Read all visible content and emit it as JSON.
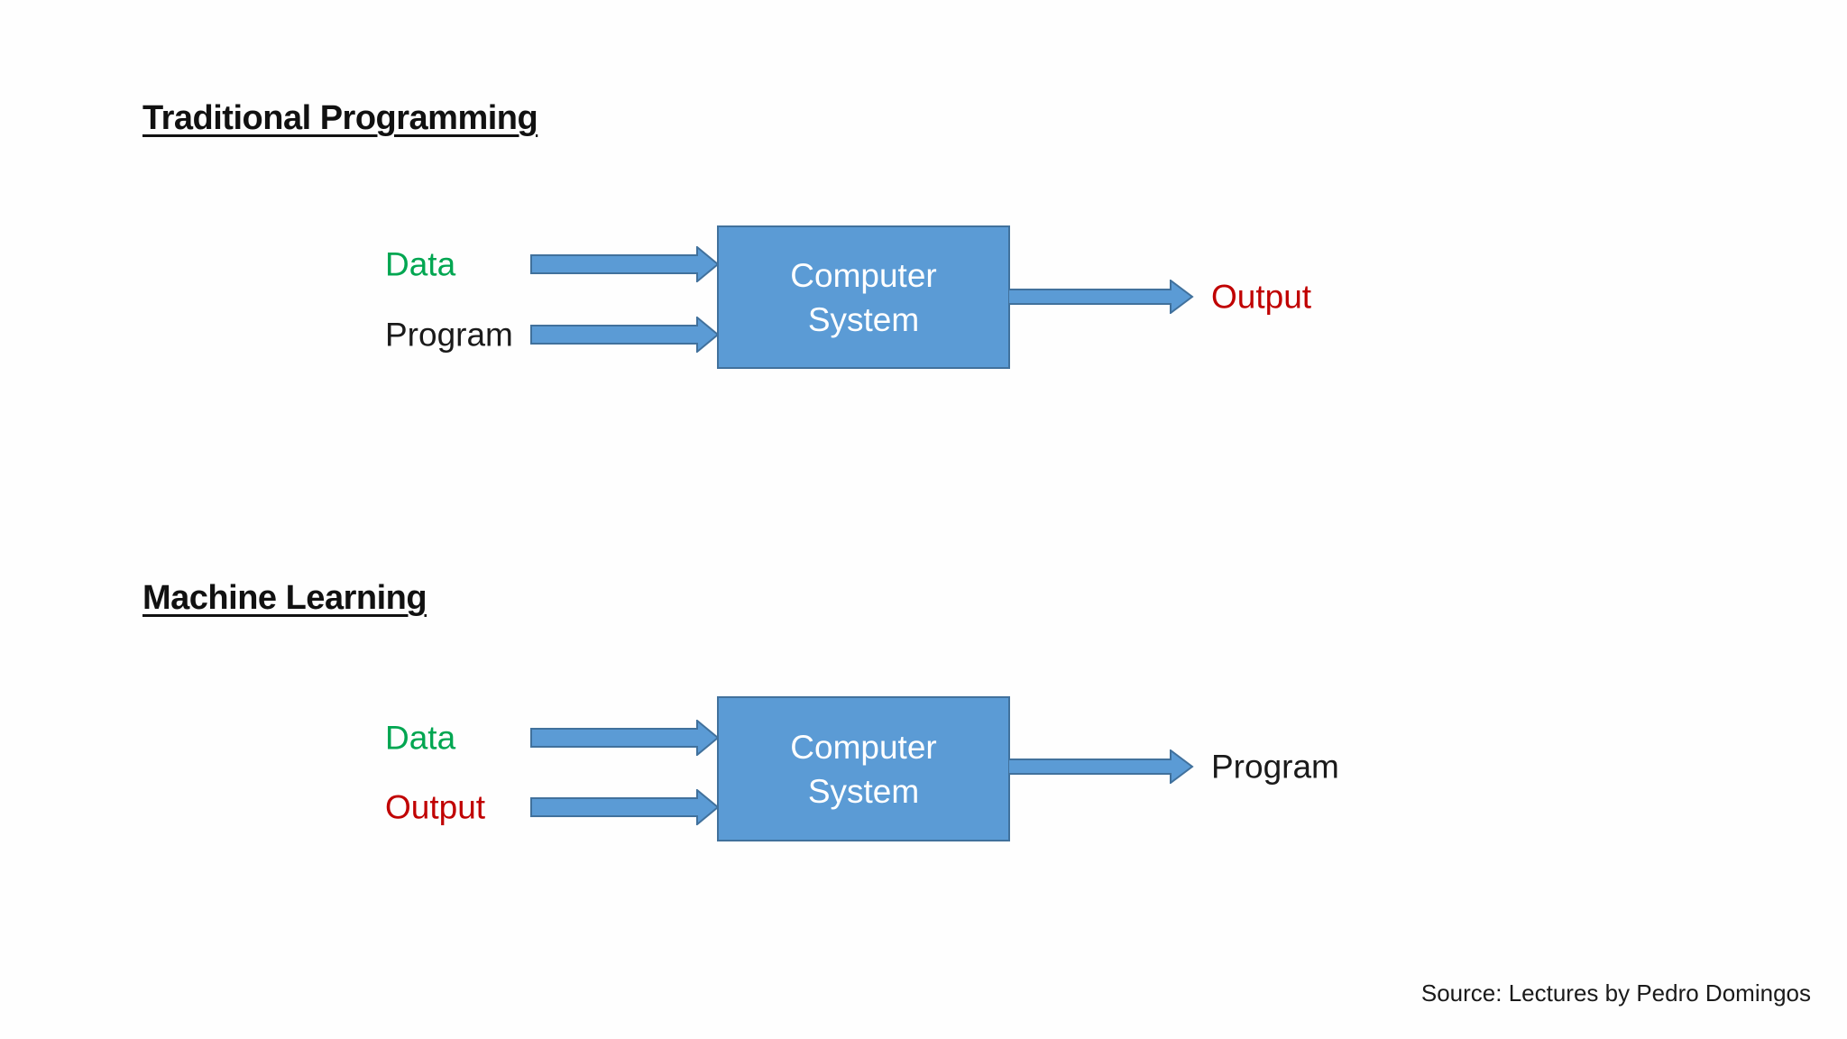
{
  "slide": {
    "background": "#fefefe"
  },
  "colors": {
    "title_text": "#111111",
    "label_black": "#1a1a1a",
    "label_green": "#00A651",
    "label_red": "#C00000",
    "shape_fill": "#5B9BD5",
    "shape_border": "#41719C",
    "box_text": "#ffffff",
    "source_text": "#1a1a1a"
  },
  "sections": [
    {
      "title": "Traditional Programming",
      "inputs": [
        {
          "label": "Data",
          "color": "#00A651"
        },
        {
          "label": "Program",
          "color": "#1a1a1a"
        }
      ],
      "box": {
        "line1": "Computer",
        "line2": "System"
      },
      "output": {
        "label": "Output",
        "color": "#C00000"
      }
    },
    {
      "title": "Machine Learning",
      "inputs": [
        {
          "label": "Data",
          "color": "#00A651"
        },
        {
          "label": "Output",
          "color": "#C00000"
        }
      ],
      "box": {
        "line1": "Computer",
        "line2": "System"
      },
      "output": {
        "label": "Program",
        "color": "#1a1a1a"
      }
    }
  ],
  "footer": {
    "source_text": "Source: Lectures by Pedro Domingos"
  }
}
